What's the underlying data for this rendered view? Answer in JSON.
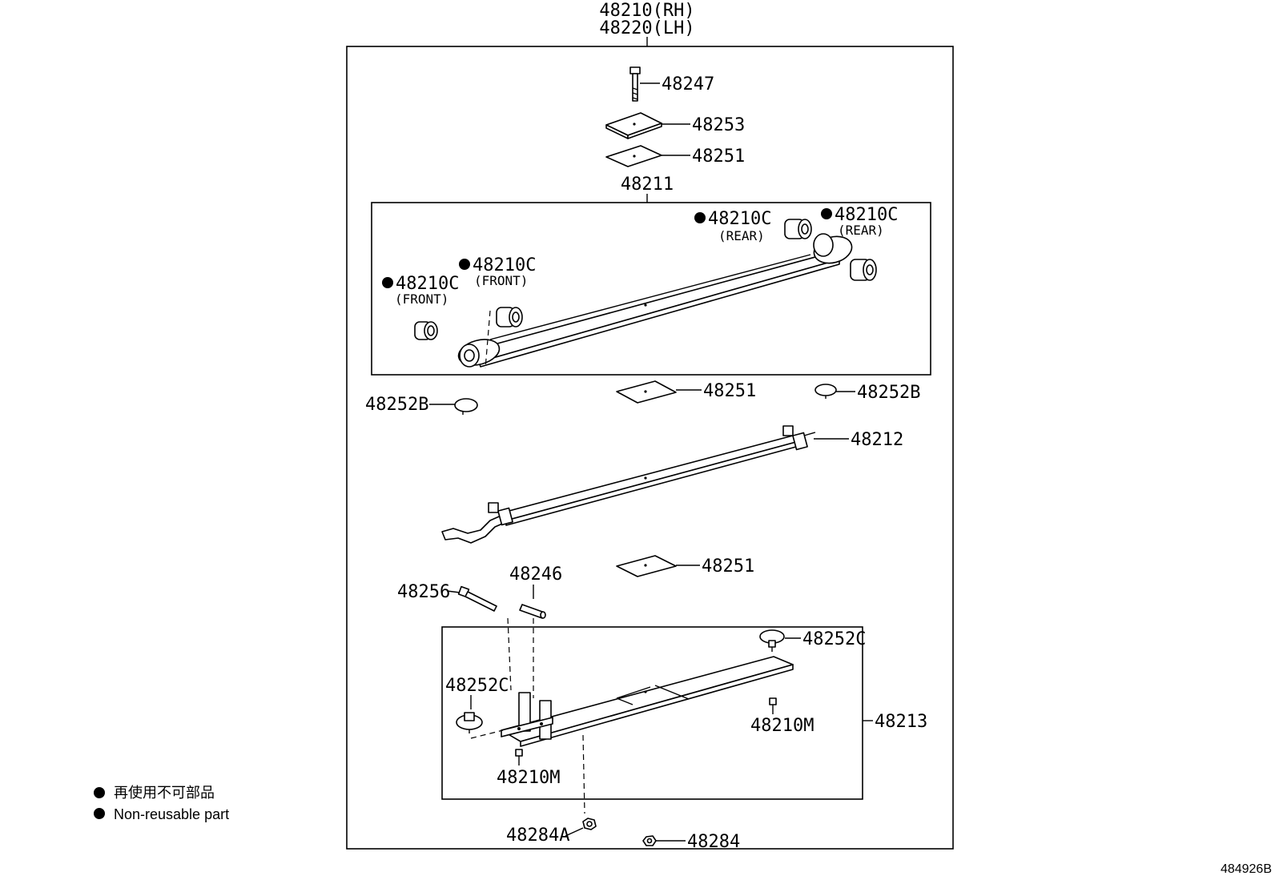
{
  "title_parts": [
    "48210(RH)",
    "48220(LH)"
  ],
  "callouts": {
    "p48247": "48247",
    "p48253": "48253",
    "p48251_top": "48251",
    "p48211": "48211",
    "p48210c_rear_a": "48210C",
    "p48210c_rear_b": "48210C",
    "p48210c_front_a": "48210C",
    "p48210c_front_b": "48210C",
    "rear_label": "(REAR)",
    "front_label": "(FRONT)",
    "p48251_mid": "48251",
    "p48252b_right": "48252B",
    "p48252b_left": "48252B",
    "p48212": "48212",
    "p48251_low": "48251",
    "p48256": "48256",
    "p48246": "48246",
    "p48252c_right": "48252C",
    "p48252c_left": "48252C",
    "p48213": "48213",
    "p48210m_right": "48210M",
    "p48210m_left": "48210M",
    "p48284a": "48284A",
    "p48284": "48284"
  },
  "legend": {
    "japanese": "再使用不可部品",
    "english": "Non-reusable part"
  },
  "diagram_code": "484926B"
}
